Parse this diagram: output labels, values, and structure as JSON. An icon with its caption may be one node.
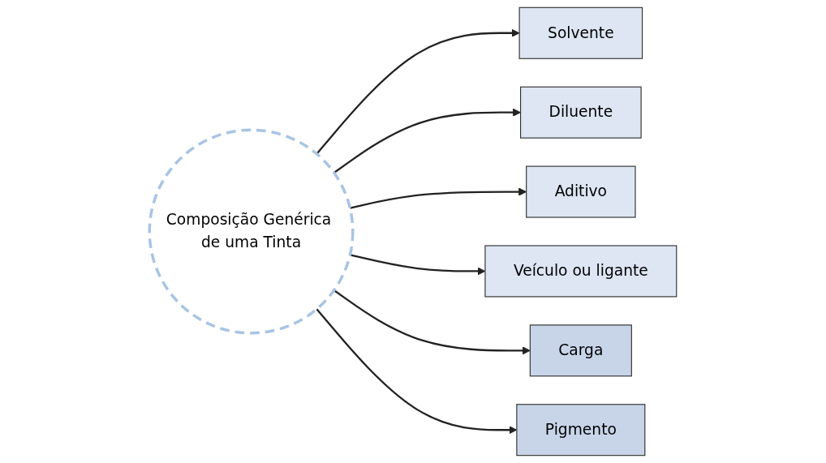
{
  "diagram": {
    "nodes": [
      {
        "text": [
          "Solvente"
        ]
      },
      {
        "text": [
          "Diluente"
        ]
      },
      {
        "text": [
          "Aditivo"
        ]
      },
      {
        "text": [
          "Composição Genérica de uma Tinta"
        ]
      },
      {
        "text": [
          "Veículo ou ligante"
        ]
      },
      {
        "text": [
          "Carga"
        ]
      },
      {
        "text": [
          "Pigmento"
        ]
      }
    ],
    "edges": [
      {
        "from": 3,
        "to": 0,
        "arrow": "to"
      },
      {
        "from": 3,
        "to": 1,
        "arrow": "to"
      },
      {
        "from": 3,
        "to": 2,
        "arrow": "to"
      },
      {
        "from": 3,
        "to": 4,
        "arrow": "to"
      },
      {
        "from": 3,
        "to": 5,
        "arrow": "to"
      },
      {
        "from": 3,
        "to": 6,
        "arrow": "to"
      }
    ]
  }
}
